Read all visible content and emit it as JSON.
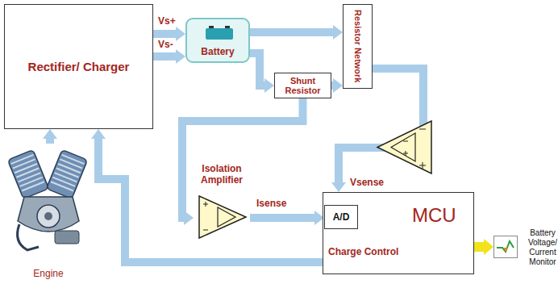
{
  "diagram": {
    "nodes": [
      {
        "text": [
          "Rectifier/ Charger"
        ]
      },
      {
        "text": [
          "Battery"
        ]
      },
      {
        "text": [
          "Resistor Network"
        ]
      },
      {
        "text": [
          "Shunt Resistor"
        ]
      },
      {
        "text": [
          "Isolation Amplifier"
        ]
      },
      {
        "text": [
          "Engine"
        ]
      },
      {
        "text": [
          "MCU",
          "Charge Control"
        ]
      },
      {
        "text": [
          "A/D"
        ],
        "in": 6
      },
      {
        "text": [
          "Battery Voltage/ Current Monitor"
        ]
      }
    ],
    "edges": [
      {
        "from": 0,
        "to": 1,
        "label": "Vs+",
        "arrow": "to"
      },
      {
        "from": 0,
        "to": 1,
        "label": "Vs-",
        "arrow": "to"
      },
      {
        "from": 1,
        "to": 2,
        "arrow": "to"
      },
      {
        "from": 1,
        "to": 3,
        "arrow": "to"
      },
      {
        "from": 3,
        "to": 2,
        "arrow": "to"
      },
      {
        "from": 3,
        "to": 4,
        "arrow": "to"
      },
      {
        "from": 4,
        "to": 7,
        "label": "Isense",
        "arrow": "to"
      },
      {
        "from": 2,
        "to": 6,
        "label": "Vsense",
        "arrow": "to"
      },
      {
        "from": 6,
        "to": 0,
        "arrow": "to"
      },
      {
        "from": 5,
        "to": 0,
        "arrow": "to"
      },
      {
        "from": 6,
        "to": 8,
        "arrow": "to"
      }
    ],
    "labels": [
      "-",
      "+"
    ]
  }
}
